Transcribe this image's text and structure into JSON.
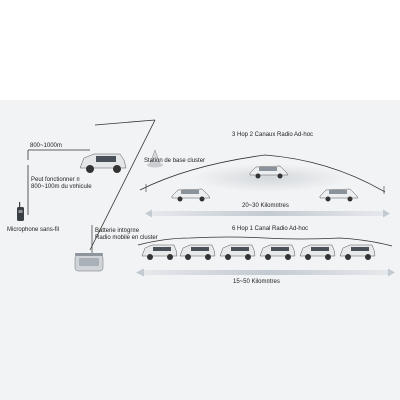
{
  "labels": {
    "range_800_1000": "800~1000m",
    "vehicle_note_line1": "Peut fonctionner ¤",
    "vehicle_note_line2": "800~100m du v¤hicule",
    "wireless_mic": "Microphone sans-fil",
    "base_station": "Station de base cluster",
    "hop3_title": "3 Hop 2 Canaux Radio Ad-hoc",
    "range_20_30": "20~30 Kilom¤tres",
    "battery_line1": "Batterie int¤gr¤e",
    "battery_line2": "Radio mobile en cluster",
    "hop6_title": "6 Hop 1 Canal Radio Ad-hoc",
    "range_15_50": "15~50 Kilom¤tres"
  },
  "colors": {
    "panel_bg": "#f2f3f4",
    "arrow_bar": "#c9cfd6",
    "link_line": "#333333",
    "suv_body": "#e9ebec",
    "sedan_body": "#f1f2f3"
  }
}
